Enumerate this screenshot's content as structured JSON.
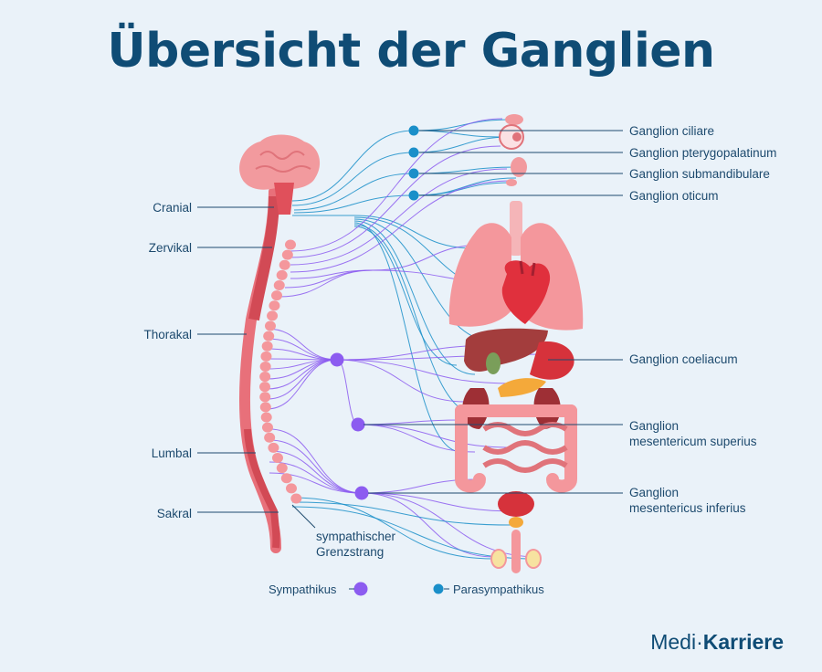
{
  "title": "Übersicht der Ganglien",
  "spine_labels": {
    "cranial": "Cranial",
    "zervikal": "Zervikal",
    "thorakal": "Thorakal",
    "lumbal": "Lumbal",
    "sakral": "Sakral"
  },
  "grenzstrang": {
    "line1": "sympathischer",
    "line2": "Grenzstrang"
  },
  "ganglia": {
    "ciliare": "Ganglion ciliare",
    "pterygopalatinum": "Ganglion pterygopalatinum",
    "submandibulare": "Ganglion submandibulare",
    "oticum": "Ganglion oticum",
    "coeliacum": "Ganglion coeliacum",
    "mes_sup_line1": "Ganglion",
    "mes_sup_line2": "mesentericum superius",
    "mes_inf_line1": "Ganglion",
    "mes_inf_line2": "mesentericus inferius"
  },
  "legend": {
    "sympathikus": "Sympathikus",
    "parasympathikus": "Parasympathikus"
  },
  "colors": {
    "sympathikus": "#8c5cf0",
    "parasympathikus": "#1a8fc9",
    "spine": "#e8707a",
    "brain": "#f29a9e",
    "lungs": "#f4979c",
    "liver": "#a33d3d",
    "title": "#0f4c75"
  },
  "logo": {
    "part1": "Medi",
    "part2": "Karriere"
  }
}
